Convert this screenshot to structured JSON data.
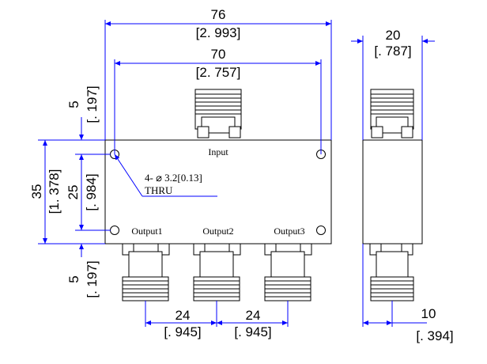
{
  "dimensions": {
    "overall_width": {
      "mm": "76",
      "inch": "[2. 993]"
    },
    "hole_spacing_width": {
      "mm": "70",
      "inch": "[2. 757]"
    },
    "side_width": {
      "mm": "20",
      "inch": "[. 787]"
    },
    "overall_height": {
      "mm": "35",
      "inch": "[1. 378]"
    },
    "hole_spacing_height": {
      "mm": "25",
      "inch": "[. 984]"
    },
    "top_edge_offset": {
      "mm": "5",
      "inch": "[. 197]"
    },
    "bottom_edge_offset": {
      "mm": "5",
      "inch": "[. 197]"
    },
    "output_pitch_1": {
      "mm": "24",
      "inch": "[. 945]"
    },
    "output_pitch_2": {
      "mm": "24",
      "inch": "[. 945]"
    },
    "side_offset": {
      "mm": "10",
      "inch": "[. 394]"
    }
  },
  "labels": {
    "input": "Input",
    "output1": "Output1",
    "output2": "Output2",
    "output3": "Output3"
  },
  "hole_note": {
    "line1": "4- ⌀ 3.2[0.13]",
    "line2": "THRU"
  },
  "colors": {
    "dimension_line": "#0000ff",
    "outline": "#000000"
  }
}
